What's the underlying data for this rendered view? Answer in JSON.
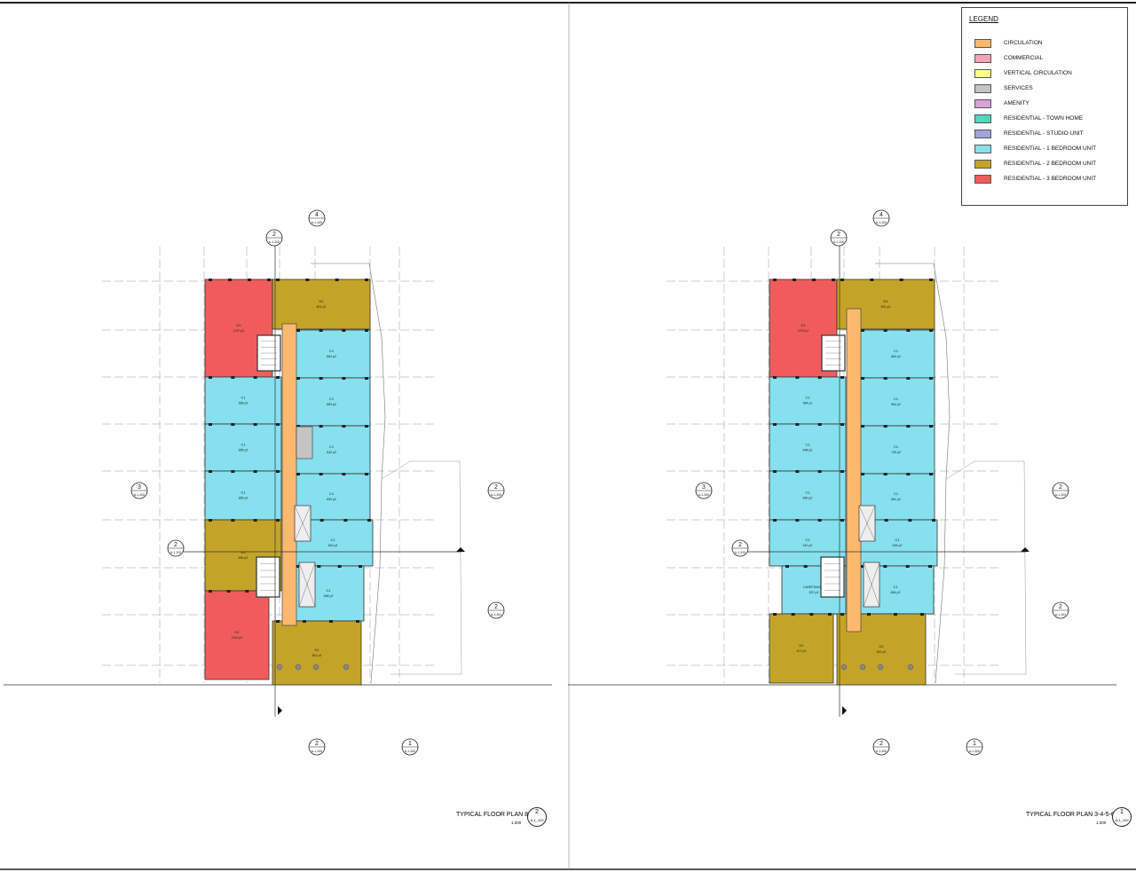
{
  "legend": {
    "title": "LEGEND",
    "items": [
      {
        "label": "CIRCULATION",
        "color": "#fbb86f"
      },
      {
        "label": "COMMERCIAL",
        "color": "#f7a3b5"
      },
      {
        "label": "VERTICAL CIRCULATION",
        "color": "#fdfd8e"
      },
      {
        "label": "SERVICES",
        "color": "#c4c4c4"
      },
      {
        "label": "AMENITY",
        "color": "#d9a3d9"
      },
      {
        "label": "RESIDENTIAL - TOWN HOME",
        "color": "#4fd8bd"
      },
      {
        "label": "RESIDENTIAL - STUDIO UNIT",
        "color": "#9fa5d6"
      },
      {
        "label": "RESIDENTIAL - 1 BEDROOM UNIT",
        "color": "#86e0ee"
      },
      {
        "label": "RESIDENTIAL - 2 BEDROOM UNIT",
        "color": "#c4a428"
      },
      {
        "label": "RESIDENTIAL - 3 BEDROOM UNIT",
        "color": "#f05c5c"
      }
    ]
  },
  "colors": {
    "corridor": "#fbb86f",
    "one_bed": "#86e0ee",
    "two_bed": "#c4a428",
    "three_bed": "#f05c5c",
    "services": "#c4c4c4",
    "line": "#333333",
    "grid": "#9a9a9a"
  },
  "plans": [
    {
      "id": "plan-8-9",
      "title": "TYPICAL FLOOR PLAN 8-9",
      "scale": "1:200",
      "number": "2",
      "ref": "A-1_102",
      "units": [
        {
          "type": "three_bed",
          "name": "D1",
          "area": "1070 p2"
        },
        {
          "type": "two_bed",
          "name": "D1",
          "area": "801 p2"
        },
        {
          "type": "one_bed",
          "name": "C1",
          "area": "664 p2"
        },
        {
          "type": "one_bed",
          "name": "C1",
          "area": "665 p2"
        },
        {
          "type": "one_bed",
          "name": "C1",
          "area": "683 p2"
        },
        {
          "type": "one_bed",
          "name": "C1",
          "area": "655 p2"
        },
        {
          "type": "one_bed",
          "name": "C1",
          "area": "642 p2"
        },
        {
          "type": "one_bed",
          "name": "C1",
          "area": "655 p2"
        },
        {
          "type": "one_bed",
          "name": "C1",
          "area": "690 p2"
        },
        {
          "type": "two_bed",
          "name": "D1",
          "area": "890 p2"
        },
        {
          "type": "one_bed",
          "name": "C1",
          "area": "620 p2"
        },
        {
          "type": "one_bed",
          "name": "C1",
          "area": "648 p2"
        },
        {
          "type": "three_bed",
          "name": "D1",
          "area": "1016 p2"
        },
        {
          "type": "two_bed",
          "name": "D1",
          "area": "841 p2"
        }
      ],
      "markers": [
        {
          "num": "4",
          "ref": "A-1-300"
        },
        {
          "num": "2",
          "ref": "A-1-200"
        },
        {
          "num": "3",
          "ref": "A-1-300"
        },
        {
          "num": "2",
          "ref": "A-1-300"
        },
        {
          "num": "2",
          "ref": "A-1-200"
        },
        {
          "num": "2",
          "ref": "A-1-301"
        },
        {
          "num": "2",
          "ref": "A-1-300"
        },
        {
          "num": "1",
          "ref": "A-1-300"
        }
      ]
    },
    {
      "id": "plan-3-7",
      "title": "TYPICAL FLOOR PLAN 3-4-5-6-7",
      "scale": "1:200",
      "number": "1",
      "ref": "A-1_102",
      "units": [
        {
          "type": "three_bed",
          "name": "D1",
          "area": "1070 p2"
        },
        {
          "type": "two_bed",
          "name": "D1",
          "area": "801 p2"
        },
        {
          "type": "one_bed",
          "name": "C1",
          "area": "664 p2"
        },
        {
          "type": "one_bed",
          "name": "C1",
          "area": "664 p2"
        },
        {
          "type": "one_bed",
          "name": "C1",
          "area": "664 p2"
        },
        {
          "type": "one_bed",
          "name": "C1",
          "area": "648 p2"
        },
        {
          "type": "one_bed",
          "name": "C1",
          "area": "749 p2"
        },
        {
          "type": "one_bed",
          "name": "C1",
          "area": "650 p2"
        },
        {
          "type": "one_bed",
          "name": "C1",
          "area": "681 p2"
        },
        {
          "type": "one_bed",
          "name": "C1",
          "area": "610 p2"
        },
        {
          "type": "one_bed",
          "name": "C1",
          "area": "626 p2"
        },
        {
          "type": "one_bed",
          "name": "CARETAKER",
          "area": "537 p2"
        },
        {
          "type": "one_bed",
          "name": "C1",
          "area": "654 p2"
        },
        {
          "type": "two_bed",
          "name": "D1",
          "area": "671 p2"
        },
        {
          "type": "two_bed",
          "name": "D1",
          "area": "841 p2"
        }
      ],
      "markers": [
        {
          "num": "4",
          "ref": "A-1-300"
        },
        {
          "num": "2",
          "ref": "A-1-200"
        },
        {
          "num": "3",
          "ref": "A-1-300"
        },
        {
          "num": "2",
          "ref": "A-1-300"
        },
        {
          "num": "2",
          "ref": "A-1-200"
        },
        {
          "num": "2",
          "ref": "A-1-301"
        },
        {
          "num": "2",
          "ref": "A-1-300"
        },
        {
          "num": "1",
          "ref": "A-1-300"
        }
      ]
    }
  ]
}
